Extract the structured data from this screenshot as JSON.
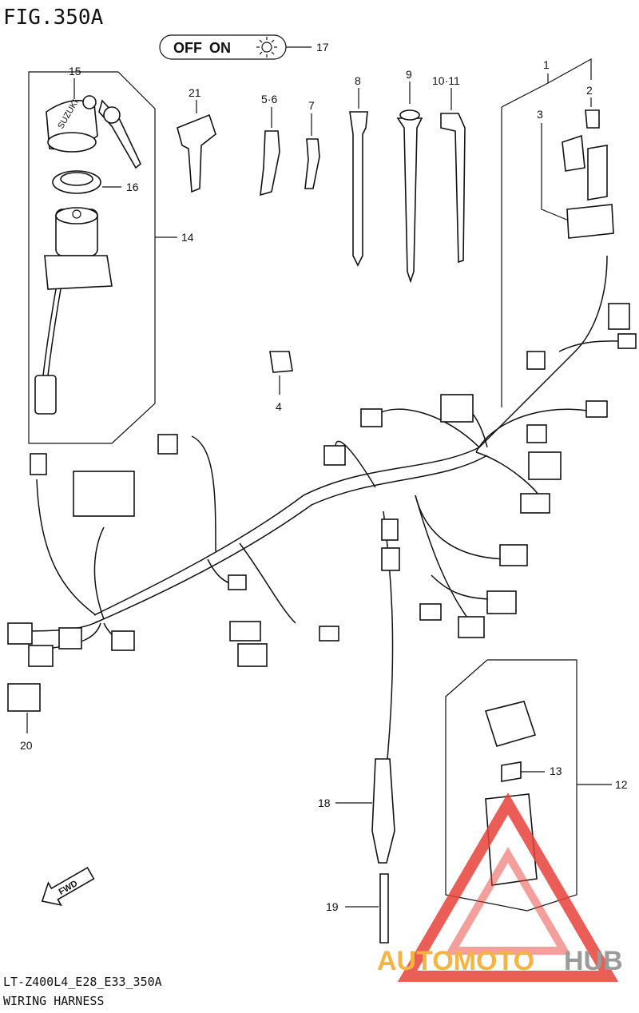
{
  "header": {
    "fig_label": "FIG.350A"
  },
  "switch_label": {
    "off": "OFF",
    "on": "ON"
  },
  "callouts": {
    "c1": "1",
    "c2": "2",
    "c3": "3",
    "c4": "4",
    "c56": "5·6",
    "c7": "7",
    "c8": "8",
    "c9": "9",
    "c1011": "10·11",
    "c12": "12",
    "c13": "13",
    "c14": "14",
    "c15": "15",
    "c16": "16",
    "c17": "17",
    "c18": "18",
    "c19": "19",
    "c20": "20",
    "c21": "21"
  },
  "fwd_label": "FWD",
  "watermark": {
    "brand_part1": "AUTOMOTO",
    "brand_part2": "HUB",
    "accent": "#e8423a",
    "orange": "#f5a623",
    "gray": "#8a8a8a"
  },
  "footer": {
    "model_code": "LT-Z400L4_E28_E33_350A",
    "title": "WIRING HARNESS"
  },
  "icons": [
    "sun-icon",
    "fwd-arrow-icon"
  ]
}
